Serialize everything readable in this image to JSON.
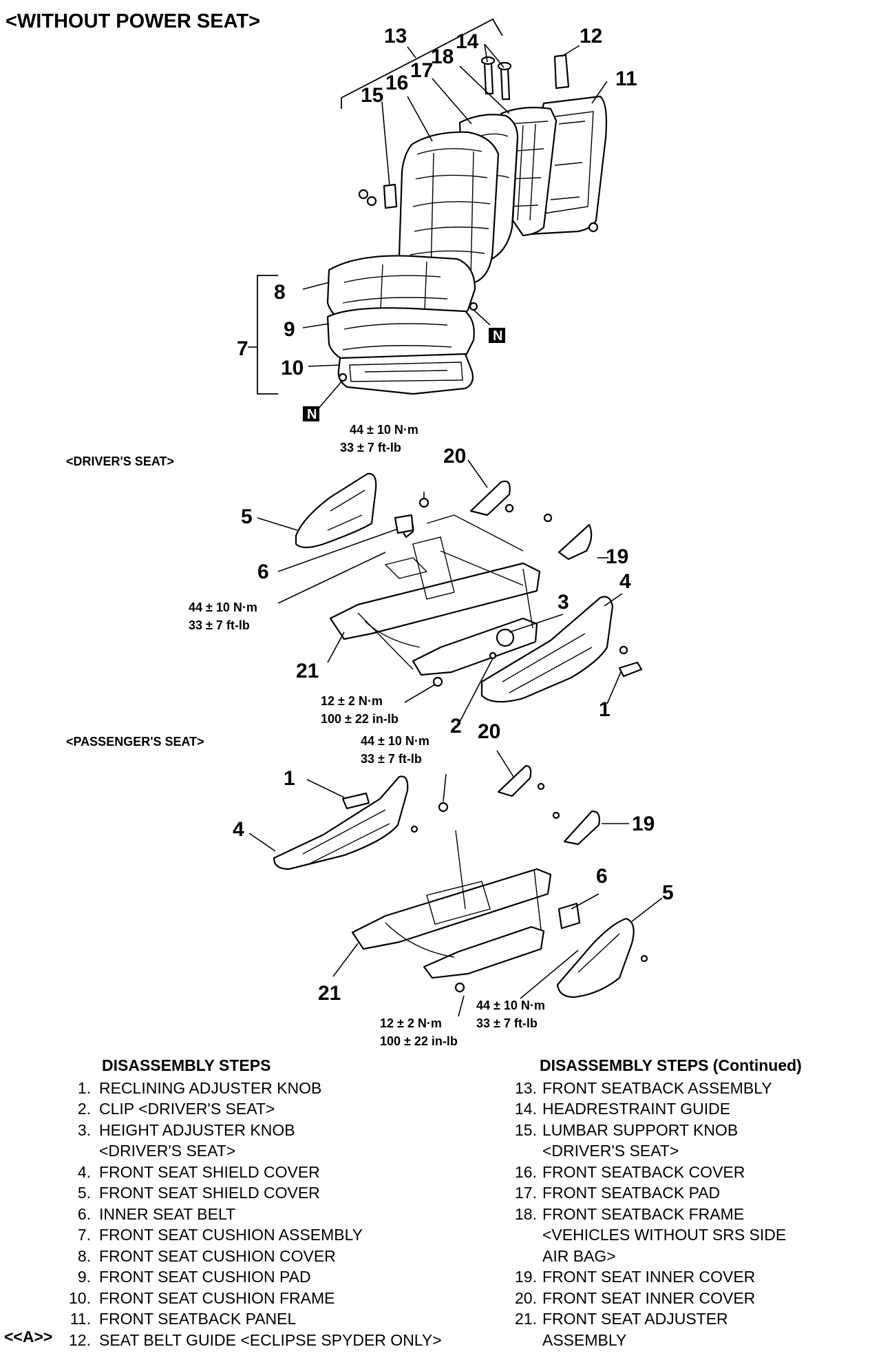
{
  "header": {
    "title": "<WITHOUT POWER SEAT>",
    "drivers_seat": "<DRIVER'S SEAT>",
    "passengers_seat": "<PASSENGER'S SEAT>"
  },
  "badge": "N",
  "callouts": {
    "c1": "1",
    "c2": "2",
    "c3": "3",
    "c4": "4",
    "c5": "5",
    "c6": "6",
    "c7": "7",
    "c8": "8",
    "c9": "9",
    "c10": "10",
    "c11": "11",
    "c12": "12",
    "c13": "13",
    "c14": "14",
    "c15": "15",
    "c16": "16",
    "c17": "17",
    "c18": "18",
    "c19": "19",
    "c20": "20",
    "c21": "21"
  },
  "torque": {
    "t44_nm": "44 ± 10 N·m",
    "t33_ftlb": "33 ± 7 ft-lb",
    "t12_nm": "12 ± 2 N·m",
    "t100_inlb": "100 ± 22 in-lb"
  },
  "steps_left": {
    "title": "DISASSEMBLY STEPS",
    "items": [
      {
        "num": "1.",
        "text": "RECLINING ADJUSTER KNOB"
      },
      {
        "num": "2.",
        "text": "CLIP <DRIVER'S SEAT>"
      },
      {
        "num": "3.",
        "text": "HEIGHT ADJUSTER KNOB",
        "cont": "<DRIVER'S SEAT>"
      },
      {
        "num": "4.",
        "text": "FRONT SEAT SHIELD COVER"
      },
      {
        "num": "5.",
        "text": "FRONT SEAT SHIELD COVER"
      },
      {
        "num": "6.",
        "text": "INNER SEAT BELT"
      },
      {
        "num": "7.",
        "text": "FRONT SEAT CUSHION ASSEMBLY"
      },
      {
        "num": "8.",
        "text": "FRONT SEAT CUSHION COVER"
      },
      {
        "num": "9.",
        "text": "FRONT SEAT CUSHION PAD"
      },
      {
        "num": "10.",
        "text": "FRONT SEAT CUSHION FRAME"
      },
      {
        "num": "11.",
        "text": "FRONT SEATBACK PANEL"
      },
      {
        "num": "12.",
        "text": "SEAT BELT GUIDE <ECLIPSE SPYDER ONLY>"
      }
    ],
    "ref_mark": "<<A>>"
  },
  "steps_right": {
    "title": "DISASSEMBLY STEPS (Continued)",
    "items": [
      {
        "num": "13.",
        "text": "FRONT SEATBACK ASSEMBLY"
      },
      {
        "num": "14.",
        "text": "HEADRESTRAINT GUIDE"
      },
      {
        "num": "15.",
        "text": "LUMBAR SUPPORT KNOB",
        "cont": "<DRIVER'S SEAT>"
      },
      {
        "num": "16.",
        "text": "FRONT SEATBACK COVER"
      },
      {
        "num": "17.",
        "text": "FRONT SEATBACK PAD"
      },
      {
        "num": "18.",
        "text": "FRONT SEATBACK FRAME",
        "cont": "<VEHICLES WITHOUT SRS SIDE",
        "cont2": "AIR BAG>"
      },
      {
        "num": "19.",
        "text": "FRONT SEAT INNER COVER"
      },
      {
        "num": "20.",
        "text": "FRONT SEAT INNER COVER"
      },
      {
        "num": "21.",
        "text": "FRONT SEAT ADJUSTER",
        "cont": "ASSEMBLY"
      }
    ]
  }
}
